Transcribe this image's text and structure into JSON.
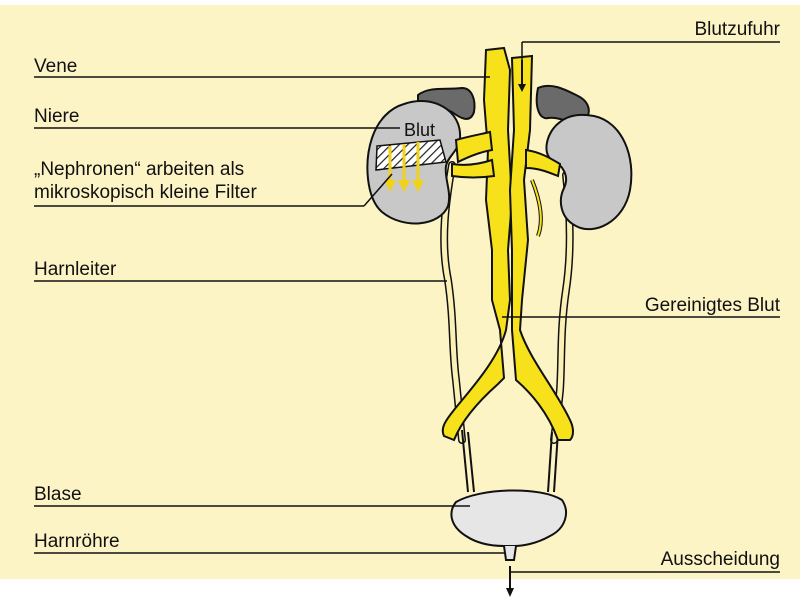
{
  "labels": {
    "vene": "Vene",
    "niere": "Niere",
    "nephronen_line1": "„Nephronen“ arbeiten als",
    "nephronen_line2": "mikroskopisch kleine Filter",
    "harnleiter": "Harnleiter",
    "blase": "Blase",
    "harnroehre": "Harnröhre",
    "blutzufuhr": "Blutzufuhr",
    "gereinigtes_blut": "Gereinigtes Blut",
    "ausscheidung": "Ausscheidung",
    "blut": "Blut"
  },
  "colors": {
    "background": "#fdf4c6",
    "vessel": "#f6e11a",
    "kidney": "#c8c8c8",
    "adrenal": "#6a6a6a",
    "ureter": "#fbf1b4",
    "bladder": "#e6e6e6",
    "arrow": "#f1d21a",
    "line": "#111111"
  }
}
